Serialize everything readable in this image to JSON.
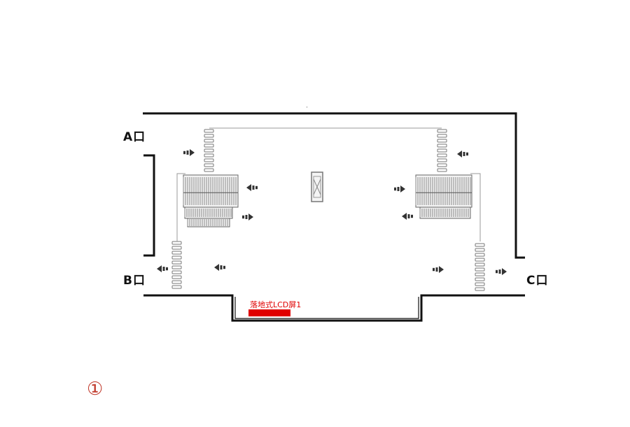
{
  "diagram": {
    "exits": {
      "a": "A口",
      "b": "B口",
      "c": "C口"
    },
    "ad_label": "落地式LCD屏1",
    "panel_number": "①",
    "colors": {
      "wall": "#111111",
      "ad_marker": "#e00000",
      "arrow": "#333333",
      "stair": "#777777"
    },
    "icons": [
      "arrow-right-icon",
      "arrow-left-icon",
      "elevator-icon",
      "escalator-icon",
      "stairs-icon"
    ]
  }
}
